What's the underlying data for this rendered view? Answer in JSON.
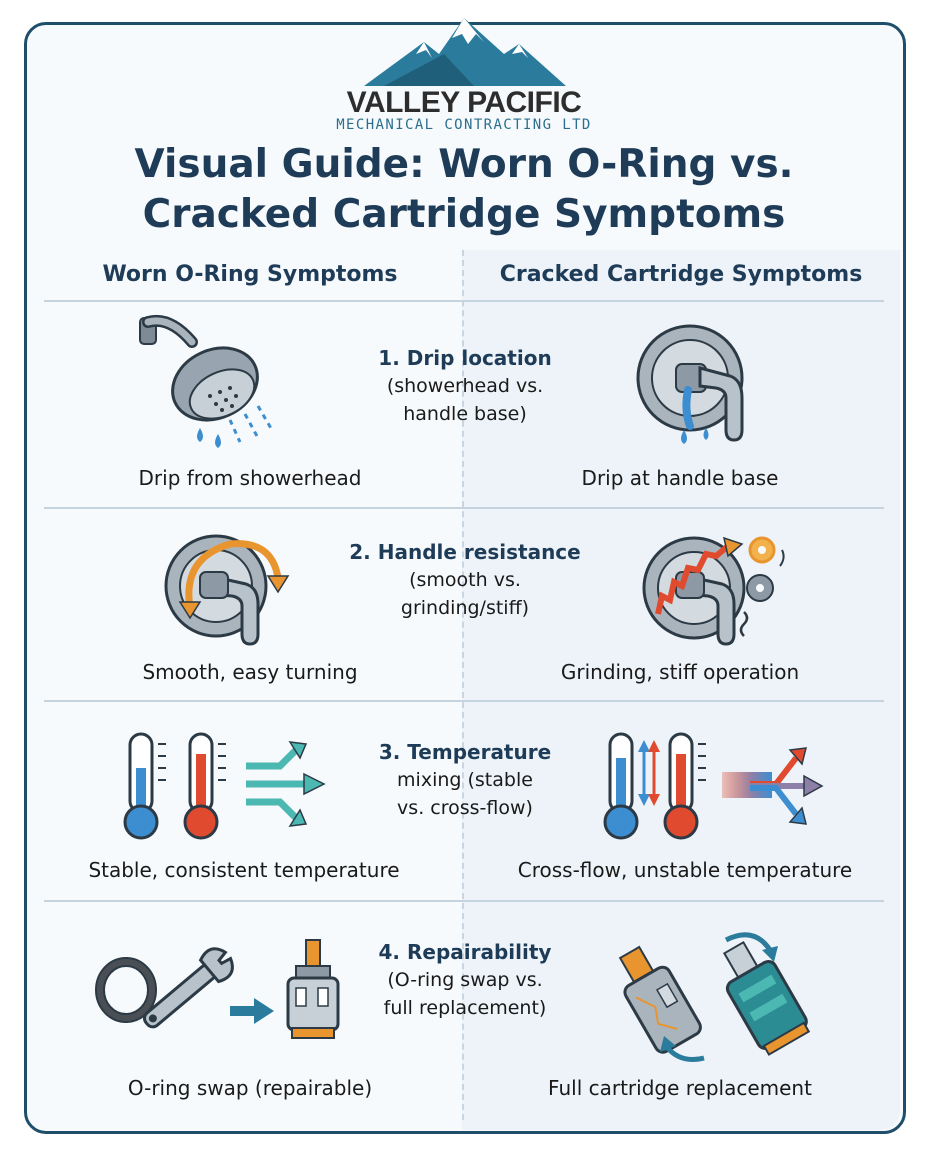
{
  "logo": {
    "name": "VALLEY PACIFIC",
    "subtitle": "MECHANICAL CONTRACTING LTD"
  },
  "title": {
    "line1": "Visual Guide: Worn O-Ring vs.",
    "line2": "Cracked Cartridge Symptoms"
  },
  "columns": {
    "left": "Worn O-Ring Symptoms",
    "right": "Cracked Cartridge Symptoms"
  },
  "rows": [
    {
      "title": "1. Drip location",
      "detail_lines": [
        "(showerhead vs.",
        "handle base)"
      ],
      "left_caption": "Drip from showerhead",
      "right_caption": "Drip at handle base",
      "left_icon": "showerhead-drip-icon",
      "right_icon": "handle-base-drip-icon"
    },
    {
      "title": "2. Handle resistance",
      "detail_lines": [
        "(smooth vs.",
        "grinding/stiff)"
      ],
      "left_caption": "Smooth, easy turning",
      "right_caption": "Grinding, stiff operation",
      "left_icon": "smooth-handle-icon",
      "right_icon": "grinding-handle-icon"
    },
    {
      "title": "3. Temperature",
      "title_tail": "mixing (stable",
      "detail_lines": [
        "vs. cross-flow)"
      ],
      "left_caption": "Stable, consistent temperature",
      "right_caption": "Cross-flow, unstable temperature",
      "left_icon": "stable-thermometers-icon",
      "right_icon": "crossflow-thermometers-icon"
    },
    {
      "title": "4. Repairability",
      "detail_lines": [
        "(O-ring swap vs.",
        "full replacement)"
      ],
      "left_caption": "O-ring swap (repairable)",
      "right_caption": "Full cartridge replacement",
      "left_icon": "oring-wrench-cartridge-icon",
      "right_icon": "cartridge-replacement-icon"
    }
  ],
  "colors": {
    "navy": "#1e3c58",
    "teal": "#2b6f8d",
    "frame": "#1f4e6b",
    "hot": "#e04b2f",
    "cold": "#3d8ed0",
    "orange": "#e8952f"
  }
}
